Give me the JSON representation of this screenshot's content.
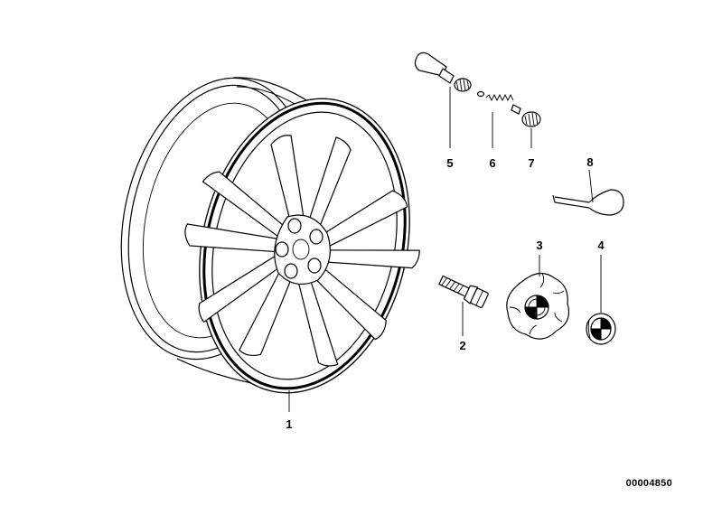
{
  "diagram": {
    "document_number": "00004850",
    "callouts": [
      {
        "id": "1",
        "label": "1"
      },
      {
        "id": "2",
        "label": "2"
      },
      {
        "id": "3",
        "label": "3"
      },
      {
        "id": "4",
        "label": "4"
      },
      {
        "id": "5",
        "label": "5"
      },
      {
        "id": "6",
        "label": "6"
      },
      {
        "id": "7",
        "label": "7"
      },
      {
        "id": "8",
        "label": "8"
      }
    ],
    "parts": {
      "1": "light-alloy-rim",
      "2": "wheel-bolt",
      "3": "hub-cap-star-spoke",
      "4": "emblem",
      "5": "valve",
      "6": "valve-core",
      "7": "valve-cap",
      "8": "valve-tool"
    }
  }
}
